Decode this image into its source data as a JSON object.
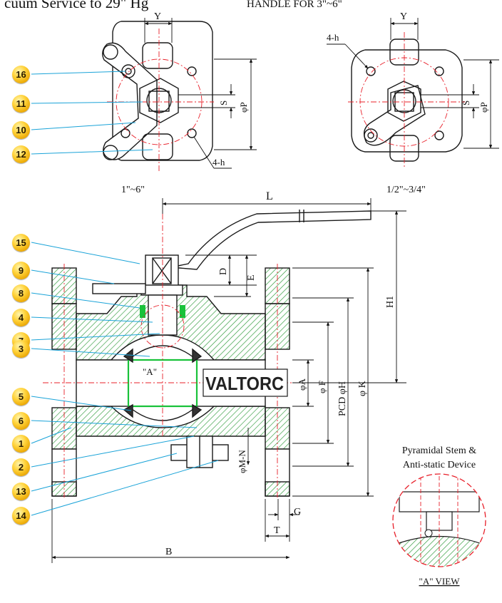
{
  "header": {
    "vacuum_text": "cuum Service to 29\" Hg",
    "handle_text": "HANDLE FOR  3\"~6\""
  },
  "top_left_view": {
    "size_label": "1\"~6\"",
    "y_label": "Y",
    "s_label": "S",
    "p_label": "φP",
    "holes_label": "4-h"
  },
  "top_right_view": {
    "size_label": "1/2\"~3/4\"",
    "y_label": "Y",
    "s_label": "S",
    "p_label": "φP",
    "holes_label": "4-h"
  },
  "main_view": {
    "dims": {
      "L": "L",
      "D": "D",
      "E": "E",
      "H1": "H1",
      "A": "φA",
      "F": "φ F",
      "PCD_H": "PCD φH",
      "K": "φ K",
      "M_N": "φM-N",
      "G": "G",
      "T": "T",
      "B": "B"
    },
    "logo_text": "VALTORC",
    "a_marker": "\"A\""
  },
  "callouts": [
    "16",
    "11",
    "10",
    "12",
    "15",
    "9",
    "8",
    "4",
    "7",
    "3",
    "5",
    "6",
    "1",
    "2",
    "13",
    "14"
  ],
  "detail_view": {
    "title_line1": "Pyramidal Stem &",
    "title_line2": "Anti-static Device",
    "caption": "\"A\" VIEW"
  },
  "colors": {
    "line": "#1a1a1a",
    "centerline": "#e8202a",
    "leader": "#1aa3d8",
    "hatch": "#2e9a3a",
    "seal": "#19c23a",
    "bubble": "#f2b705"
  }
}
